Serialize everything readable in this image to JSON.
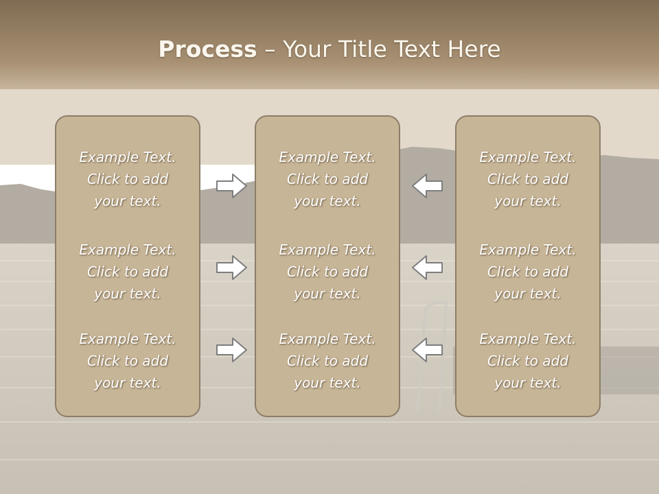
{
  "slide": {
    "title_bold": "Process",
    "title_rest": " – Your Title Text Here"
  },
  "columns": [
    {
      "items": [
        {
          "line1": "Example Text.",
          "line2": "Click  to add",
          "line3": "your text."
        },
        {
          "line1": "Example Text.",
          "line2": "Click  to add",
          "line3": "your text."
        },
        {
          "line1": "Example Text.",
          "line2": "Click  to add",
          "line3": "your text."
        }
      ]
    },
    {
      "items": [
        {
          "line1": "Example Text.",
          "line2": "Click  to add",
          "line3": "your text."
        },
        {
          "line1": "Example Text.",
          "line2": "Click  to add",
          "line3": "your text."
        },
        {
          "line1": "Example Text.",
          "line2": "Click  to add",
          "line3": "your text."
        }
      ]
    },
    {
      "items": [
        {
          "line1": "Example Text.",
          "line2": "Click  to add",
          "line3": "your text."
        },
        {
          "line1": "Example Text.",
          "line2": "Click  to add",
          "line3": "your text."
        },
        {
          "line1": "Example Text.",
          "line2": "Click  to add",
          "line3": "your text."
        }
      ]
    }
  ],
  "arrows": {
    "left_group": "arrow-right-icon",
    "right_group": "arrow-left-icon"
  },
  "colors": {
    "box_fill": "#c7b597",
    "box_border": "#8c7d68",
    "text": "#ffffff",
    "arrow_stroke": "#7d7d7d",
    "arrow_fill": "#ffffff"
  }
}
